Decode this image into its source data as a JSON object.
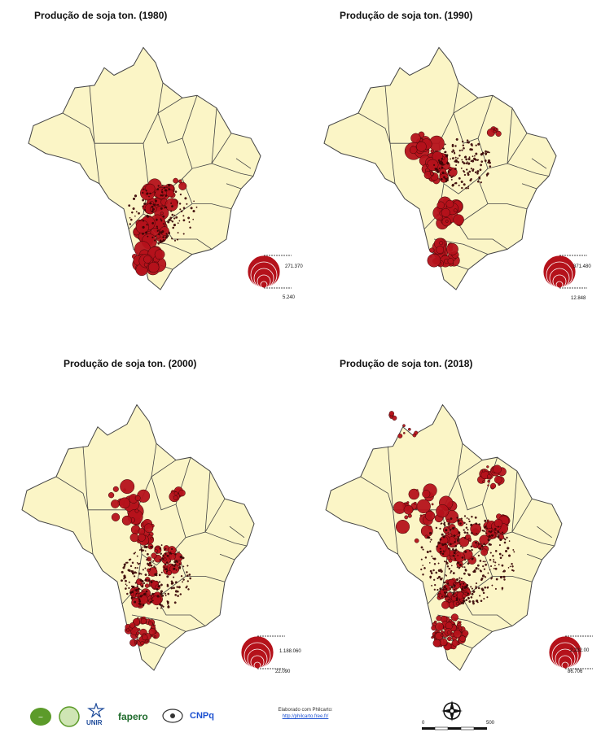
{
  "panels": [
    {
      "title": "Produção de soja ton. (1980)",
      "legend_max": "271.370",
      "legend_min": "5.240"
    },
    {
      "title": "Produção de soja ton. (1990)",
      "legend_max": "371.480",
      "legend_min": "12.848"
    },
    {
      "title": "Produção de soja ton. (2000)",
      "legend_max": "1.188.060",
      "legend_min": "22.090"
    },
    {
      "title": "Produção de soja ton. (2018)",
      "legend_max": "2.232.00",
      "legend_min": "86.706"
    }
  ],
  "footer": {
    "credit_line": "Elaborado com Philcarto:",
    "credit_url": "http://philcarto.free.fr/",
    "logos": [
      "UNIR",
      "fapero",
      "CNPq"
    ],
    "scale_start": "0",
    "scale_end": "500"
  },
  "colors": {
    "land": "#fbf5c6",
    "border": "#444444",
    "bubble": "#b5121b",
    "bubble_stroke": "#3a0606"
  },
  "icons": {
    "compass": "compass-rose-icon"
  }
}
